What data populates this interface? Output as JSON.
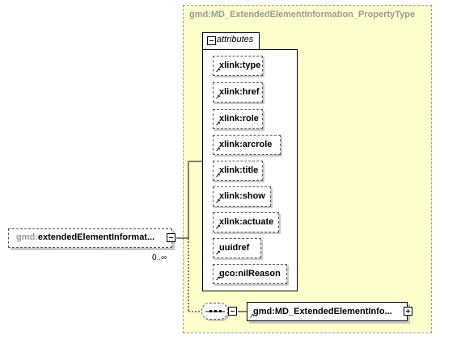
{
  "type_box": {
    "title": "gmd:MD_ExtendedElementInformation_PropertyType"
  },
  "attributes": {
    "group_label": "attributes",
    "items": [
      "xlink:type",
      "xlink:href",
      "xlink:role",
      "xlink:arcrole",
      "xlink:title",
      "xlink:show",
      "xlink:actuate",
      "uuidref",
      "gco:nilReason"
    ]
  },
  "main_element": {
    "prefix": "gmd:",
    "name": "extendedElementInformat...",
    "occurrence": "0..∞"
  },
  "child_element": {
    "label": "gmd:MD_ExtendedElementInfo..."
  },
  "colors": {
    "type_bg": "#ffffcc",
    "border": "#999999",
    "prefix": "#999999"
  }
}
